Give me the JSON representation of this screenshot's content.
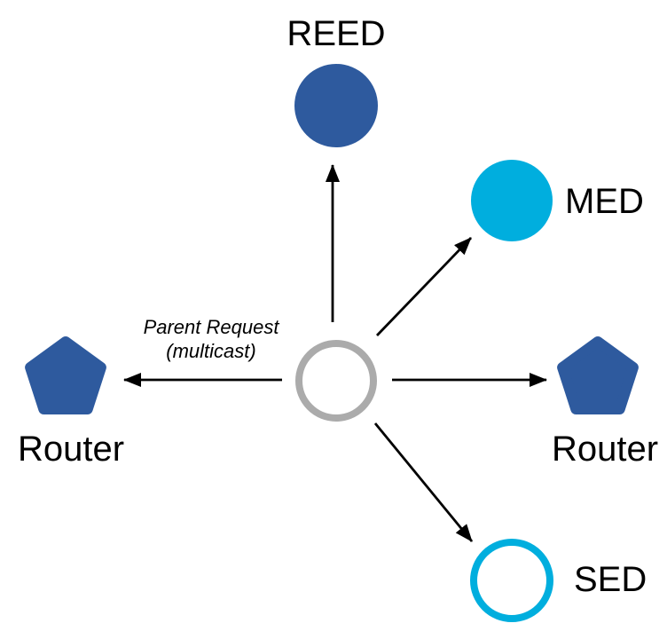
{
  "diagram": {
    "background": "#FFFFFF",
    "arrow_color": "#000000",
    "label_color": "#000000",
    "annotation": {
      "line1": "Parent Request",
      "line2": "(multicast)"
    },
    "nodes": {
      "reed": {
        "label": "REED",
        "shape": "circle",
        "style": "filled",
        "color": "#2E5A9E"
      },
      "med": {
        "label": "MED",
        "shape": "circle",
        "style": "filled",
        "color": "#00AEDE"
      },
      "router_left": {
        "label": "Router",
        "shape": "pentagon",
        "style": "filled",
        "color": "#2E5A9E"
      },
      "router_right": {
        "label": "Router",
        "shape": "pentagon",
        "style": "filled",
        "color": "#2E5A9E"
      },
      "sed": {
        "label": "SED",
        "shape": "circle",
        "style": "outline",
        "color": "#00AEDE"
      },
      "center": {
        "label": "",
        "shape": "circle",
        "style": "outline",
        "color": "#ABABAB"
      }
    }
  }
}
